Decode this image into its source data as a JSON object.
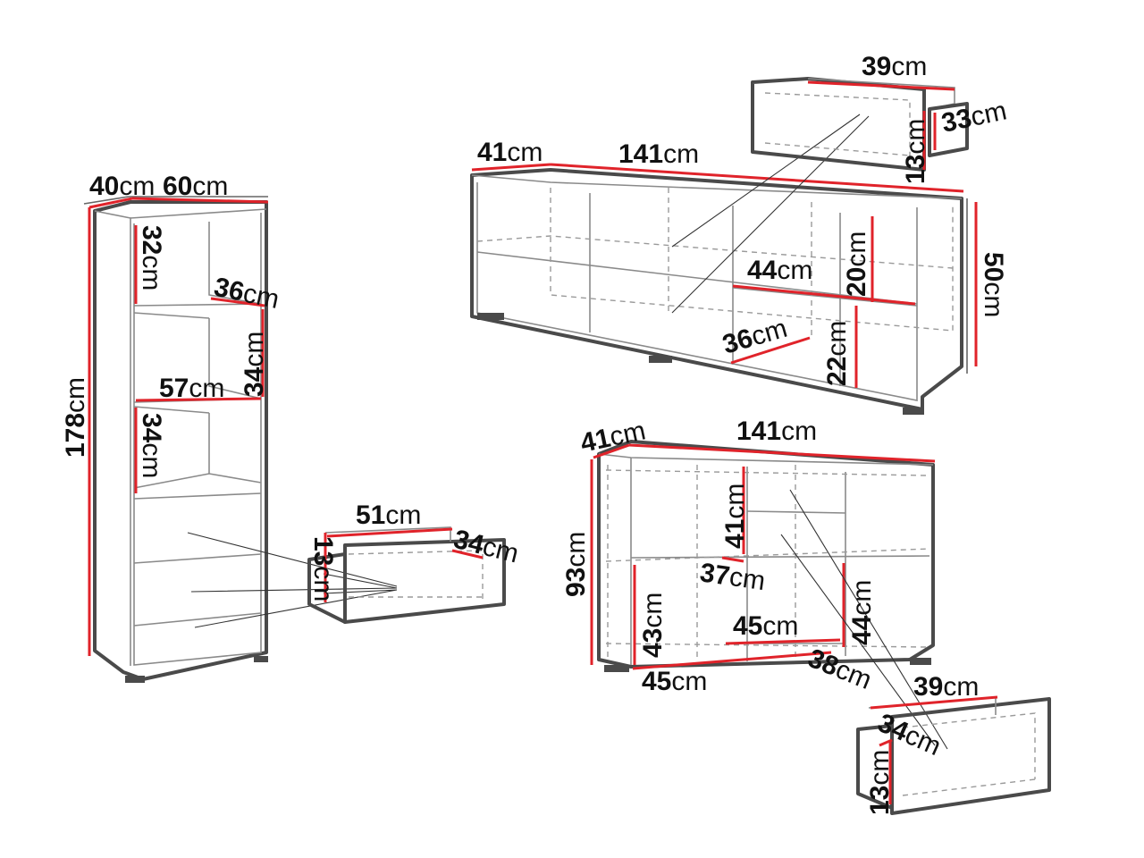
{
  "unit": "cm",
  "labels": {
    "tall_depth": "40",
    "tall_width": "60",
    "tall_height": "178",
    "tall_shelf1_h": "32",
    "tall_shelf1_d": "36",
    "tall_shelf2_h": "34",
    "tall_inner_w": "57",
    "tall_shelf3_h": "34",
    "tall_drawer_w": "51",
    "tall_drawer_d": "34",
    "tall_drawer_h": "13",
    "tv_depth": "41",
    "tv_width": "141",
    "tv_height": "50",
    "tv_drawer_w": "39",
    "tv_drawer_d": "33",
    "tv_drawer_h": "13",
    "tv_comp_w": "44",
    "tv_comp_h1": "20",
    "tv_comp_d": "36",
    "tv_comp_h2": "22",
    "sb_depth": "41",
    "sb_width": "141",
    "sb_height": "93",
    "sb_upper_h": "41",
    "sb_inner_d": "37",
    "sb_left_h": "43",
    "sb_mid_w": "45",
    "sb_right_h": "44",
    "sb_bottom_w": "45",
    "sb_right_d": "38",
    "sb_drawer_w": "39",
    "sb_drawer_d": "34",
    "sb_drawer_h": "13"
  }
}
